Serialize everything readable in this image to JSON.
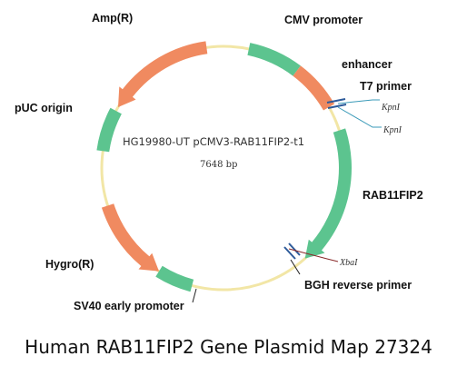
{
  "plasmid": {
    "name": "HG19980-UT pCMV3-RAB11FIP2-t1",
    "size": "7648 bp"
  },
  "features": {
    "cmv": "CMV promoter",
    "enhancer": "enhancer",
    "t7": "T7 primer",
    "rab": "RAB11FIP2",
    "bgh": "BGH reverse primer",
    "sv40": "SV40 early promoter",
    "hygro": "Hygro(R)",
    "puc": "pUC origin",
    "amp": "Amp(R)"
  },
  "sites": {
    "kpn1": "KpnI",
    "kpn2": "KpnI",
    "xba": "XbaI"
  },
  "caption": "Human RAB11FIP2 Gene Plasmid Map 27324",
  "colors": {
    "backbone": "#f2e6a6",
    "promoter": "#5cc48f",
    "resistance": "#f08a60",
    "primer": "#2e5b9a",
    "site_line": "#3a9ab8",
    "xba_line": "#8a2a2a"
  }
}
